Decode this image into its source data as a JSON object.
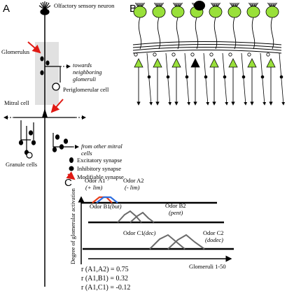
{
  "panels": {
    "a": "A",
    "b": "B",
    "c": "C"
  },
  "panel_a": {
    "sensory_neuron": "Olfactory sensory neuron",
    "glomerulus": "Glomerulus",
    "towards": [
      "towards",
      "neighboring",
      "glomeruli"
    ],
    "periglomerular": "Periglomerular cell",
    "mitral": "Mitral cell",
    "granule": "Granule cells",
    "from_other": [
      "from other mitral",
      "cells"
    ]
  },
  "legend": {
    "excitatory": "Excitatory synapse",
    "inhibitory": "Inhibitory synapse",
    "modifiable": "Modifiable synapse"
  },
  "panel_c": {
    "ylabel": "Degree of glomerular activation",
    "xlabel": "Glomeruli 1-50",
    "odors": [
      {
        "name": "Odor A1",
        "abbr": "(+ lim)"
      },
      {
        "name": "Odor A2",
        "abbr": "(- lim)"
      },
      {
        "name": "Odor B1",
        "abbr": "(but)"
      },
      {
        "name": "Odor B2",
        "abbr": "(pent)"
      },
      {
        "name": "Odor C1",
        "abbr": "(dec)"
      },
      {
        "name": "Odor C2",
        "abbr": "(dodec)"
      }
    ],
    "correlations": [
      "r (A1,A2) = 0.75",
      "r (A1,B1) = 0.32",
      "r (A1,C1) = -0.12"
    ]
  },
  "colors": {
    "neuron_green": "#99e03a",
    "red_arrow": "#e01a14",
    "odor_a1": "#e8401c",
    "odor_a2": "#2f6fe0",
    "profile_gray": "#6a6a6a",
    "cell_black": "#000000"
  }
}
